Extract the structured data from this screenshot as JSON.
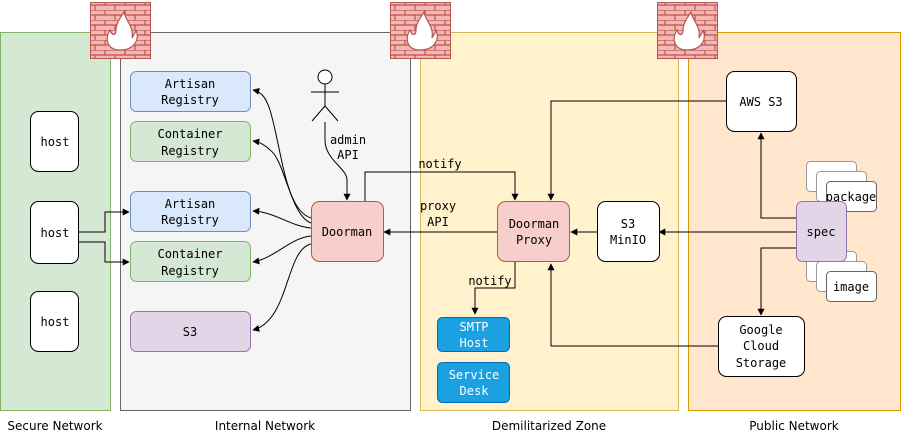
{
  "zones": {
    "secure": "Secure Network",
    "internal": "Internal Network",
    "dmz": "Demilitarized Zone",
    "public": "Public Network"
  },
  "secure_hosts": [
    "host",
    "host",
    "host"
  ],
  "internal": {
    "artisan_registry_1": [
      "Artisan",
      "Registry"
    ],
    "container_registry_1": [
      "Container",
      "Registry"
    ],
    "artisan_registry_2": [
      "Artisan",
      "Registry"
    ],
    "container_registry_2": [
      "Container",
      "Registry"
    ],
    "s3": "S3",
    "doorman": "Doorman",
    "admin_api": [
      "admin",
      "API"
    ]
  },
  "dmz": {
    "doorman_proxy": [
      "Doorman",
      "Proxy"
    ],
    "notify_top": "notify",
    "proxy_api": [
      "proxy",
      "API"
    ],
    "notify_bottom": "notify",
    "smtp_host": [
      "SMTP",
      "Host"
    ],
    "service_desk": [
      "Service",
      "Desk"
    ],
    "s3_minio": [
      "S3",
      "MinIO"
    ]
  },
  "public": {
    "aws_s3": "AWS S3",
    "spec": "spec",
    "package": "package",
    "image": "image",
    "gcs": [
      "Google",
      "Cloud",
      "Storage"
    ]
  },
  "colors": {
    "secure_bg": "#d5e8d4",
    "secure_border": "#82b366",
    "internal_bg": "#f5f5f5",
    "internal_border": "#666666",
    "dmz_bg": "#fff2cc",
    "dmz_border": "#d6b656",
    "public_bg": "#ffe6cc",
    "public_border": "#d79b00",
    "blue_bg": "#dae8fc",
    "blue_border": "#6c8ebf",
    "green_bg": "#d5e8d4",
    "green_border": "#82b366",
    "purple_bg": "#e1d5e7",
    "purple_border": "#9673a6",
    "red_bg": "#f8cecc",
    "red_border": "#b85450",
    "service_bg": "#1ba1e2",
    "service_border": "#006eaf",
    "firewall": "#b85450"
  }
}
